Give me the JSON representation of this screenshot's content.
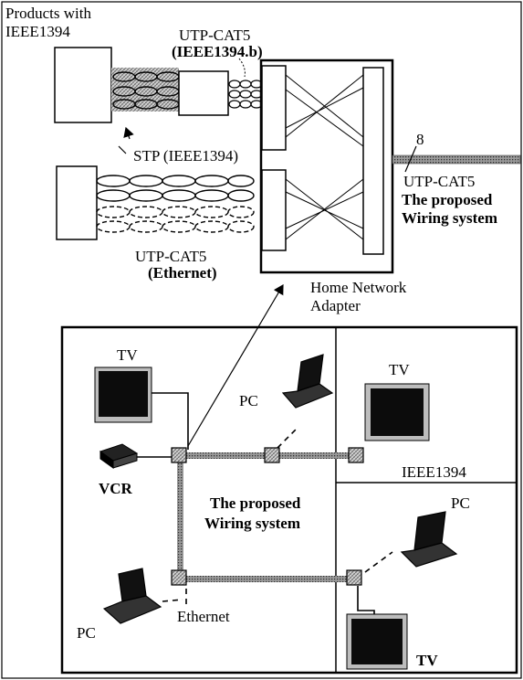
{
  "labels": {
    "products_line1": "Products with",
    "products_line2": "IEEE1394",
    "utp_top_line1": "UTP-CAT5",
    "utp_top_line2": "(IEEE1394.b)",
    "stp": "STP (IEEE1394)",
    "utp_eth_line1": "UTP-CAT5",
    "utp_eth_line2": "(Ethernet)",
    "port_count": "8",
    "utp_right": "UTP-CAT5",
    "proposed_line1": "The proposed",
    "proposed_line2": "Wiring system",
    "adapter_line1": "Home Network",
    "adapter_line2": "Adapter"
  },
  "room": {
    "tv_top_left": "TV",
    "pc_top_center": "PC",
    "tv_top_right": "TV",
    "vcr": "VCR",
    "ieee1394": "IEEE1394",
    "pc_right": "PC",
    "proposed_line1": "The proposed",
    "proposed_line2": "Wiring system",
    "pc_bottom_left": "PC",
    "ethernet": "Ethernet",
    "tv_bottom_right": "TV"
  },
  "colors": {
    "ink": "#000000",
    "cable_gray": "#8a8a8a",
    "screen_dark": "#0c0c0c",
    "shadow_gray": "#bdbdbd"
  }
}
